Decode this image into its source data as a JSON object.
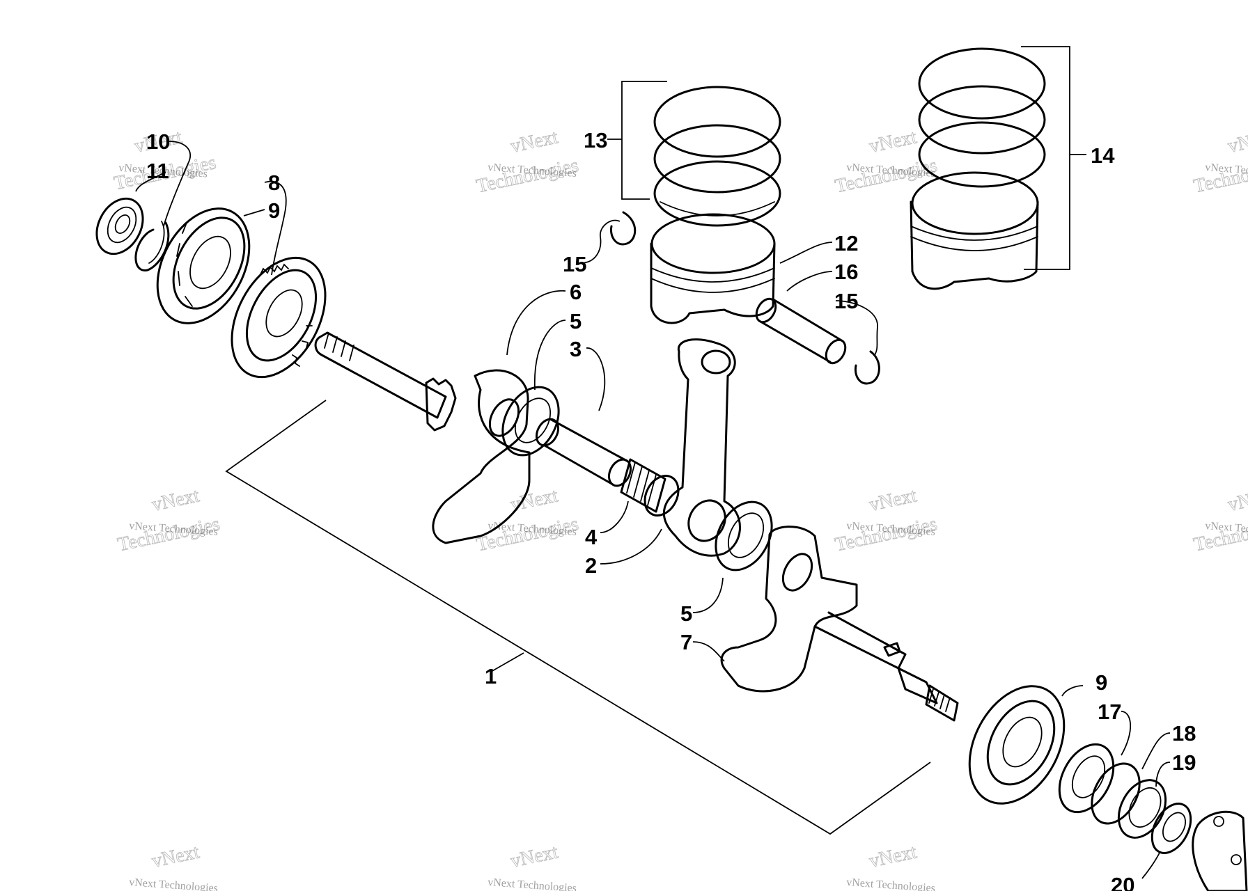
{
  "diagram": {
    "watermark_line1": "vNext",
    "watermark_line2": "Technologies",
    "watermark_small": "vNext Technologies",
    "callouts": {
      "c1": "1",
      "c2": "2",
      "c3": "3",
      "c4": "4",
      "c5a": "5",
      "c5b": "5",
      "c6": "6",
      "c7": "7",
      "c8": "8",
      "c9a": "9",
      "c9b": "9",
      "c10": "10",
      "c11": "11",
      "c12": "12",
      "c13": "13",
      "c14": "14",
      "c15a": "15",
      "c15b": "15",
      "c16": "16",
      "c17": "17",
      "c18": "18",
      "c19": "19",
      "c20": "20"
    }
  }
}
